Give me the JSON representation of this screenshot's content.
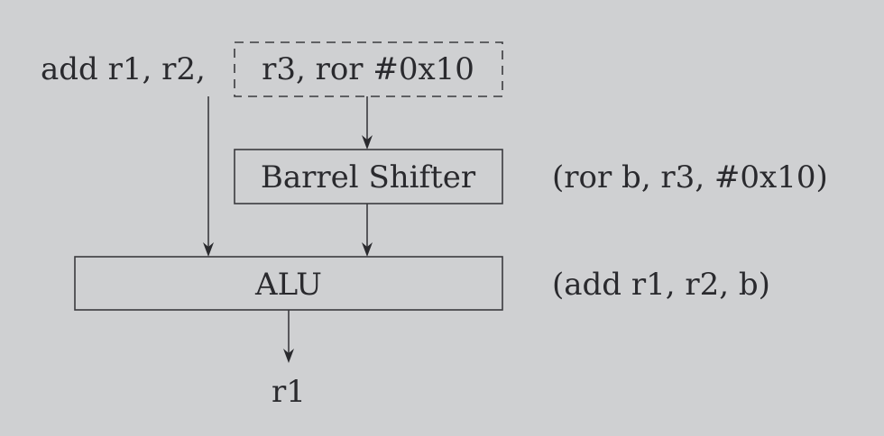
{
  "instruction": {
    "prefix": "add r1, r2,",
    "operand2": "r3, ror #0x10"
  },
  "blocks": {
    "barrel_shifter": "Barrel Shifter",
    "alu": "ALU"
  },
  "annotations": {
    "shifter_op": "(ror b, r3, #0x10)",
    "alu_op": "(add r1, r2, b)"
  },
  "output": "r1"
}
